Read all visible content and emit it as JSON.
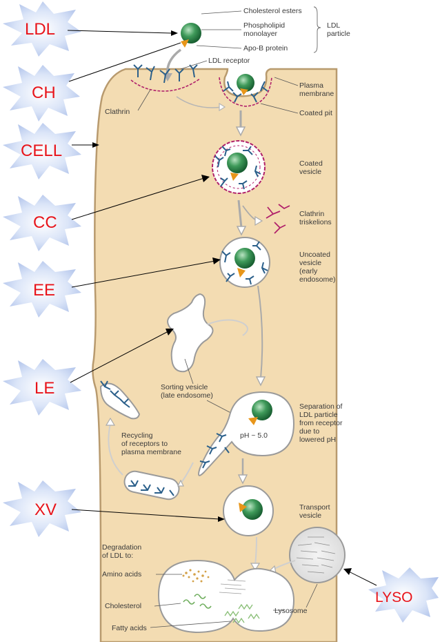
{
  "ldl_particle": {
    "parts": [
      "Cholesterol esters",
      "Phospholipid",
      "monolayer",
      "Apo-B protein"
    ],
    "group_label": [
      "LDL",
      "particle"
    ]
  },
  "stage_labels": {
    "ldl_receptor": "LDL receptor",
    "plasma_membrane": [
      "Plasma",
      "membrane"
    ],
    "clathrin": "Clathrin",
    "coated_pit": "Coated pit",
    "coated_vesicle": [
      "Coated",
      "vesicle"
    ],
    "clathrin_triskelions": [
      "Clathrin",
      "triskelions"
    ],
    "uncoated_vesicle": [
      "Uncoated",
      "vesicle",
      "(early",
      "endosome)"
    ],
    "sorting_vesicle": [
      "Sorting vesicle",
      "(late endosome)"
    ],
    "separation": [
      "Separation of",
      "LDL particle",
      "from receptor",
      "due to",
      "lowered pH"
    ],
    "ph": "pH ~ 5.0",
    "recycling": [
      "Recycling",
      "of receptors to",
      "plasma membrane"
    ],
    "transport_vesicle": [
      "Transport",
      "vesicle"
    ],
    "degradation": [
      "Degradation",
      "of LDL to:"
    ],
    "amino_acids": "Amino acids",
    "cholesterol": "Cholesterol",
    "fatty_acids": "Fatty acids",
    "lysosome": "Lysosome"
  },
  "annotations": {
    "ldl": "LDL",
    "ch": "CH",
    "cell": "CELL",
    "cc": "CC",
    "ee": "EE",
    "le": "LE",
    "xv": "XV",
    "lyso": "LYSO"
  },
  "colors": {
    "cytoplasm": "#f3dcb2",
    "membrane_edge": "#b89a6e",
    "vesicle_fill": "#ffffff",
    "vesicle_edge": "#9a9a9a",
    "ldl_core": "#2f8a4a",
    "apo_b": "#e8961a",
    "receptor": "#2a5f8a",
    "clathrin": "#b0206a",
    "star_fill": "#c9d7f3",
    "star_text": "#e8141a"
  }
}
